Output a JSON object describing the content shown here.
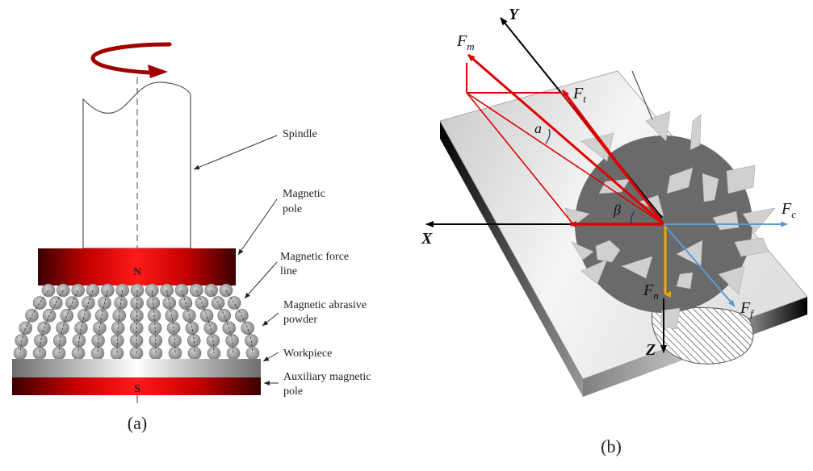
{
  "figure_a": {
    "caption": "(a)",
    "pole_top_letter": "N",
    "pole_bottom_letter": "S",
    "labels": {
      "spindle": "Spindle",
      "magnetic_pole_1": "Magnetic",
      "magnetic_pole_2": "pole",
      "force_line_1": "Magnetic force",
      "force_line_2": "line",
      "powder_1": "Magnetic abrasive",
      "powder_2": "powder",
      "workpiece": "Workpiece",
      "aux_pole_1": "Auxiliary magnetic",
      "aux_pole_2": "pole"
    },
    "colors": {
      "rotation_arrow": "#a00000",
      "pole_red": "#ff1a1a",
      "pole_dark": "#3a0000",
      "particle": "#9a9a9a"
    }
  },
  "figure_b": {
    "caption": "(b)",
    "axes": {
      "x": "X",
      "y": "Y",
      "z": "Z"
    },
    "forces": {
      "fm": {
        "main": "F",
        "sub": "m"
      },
      "ft": {
        "main": "F",
        "sub": "t"
      },
      "fc": {
        "main": "F",
        "sub": "c"
      },
      "fn": {
        "main": "F",
        "sub": "n"
      },
      "ff": {
        "main": "F",
        "sub": "f"
      }
    },
    "angles": {
      "alpha": "a",
      "beta": "β"
    },
    "colors": {
      "force_red": "#e00000",
      "fn_yellow": "#e8a800",
      "blue": "#5b9bd5",
      "tool": "#6a6a6a",
      "grain": "#d0d0d0"
    }
  }
}
